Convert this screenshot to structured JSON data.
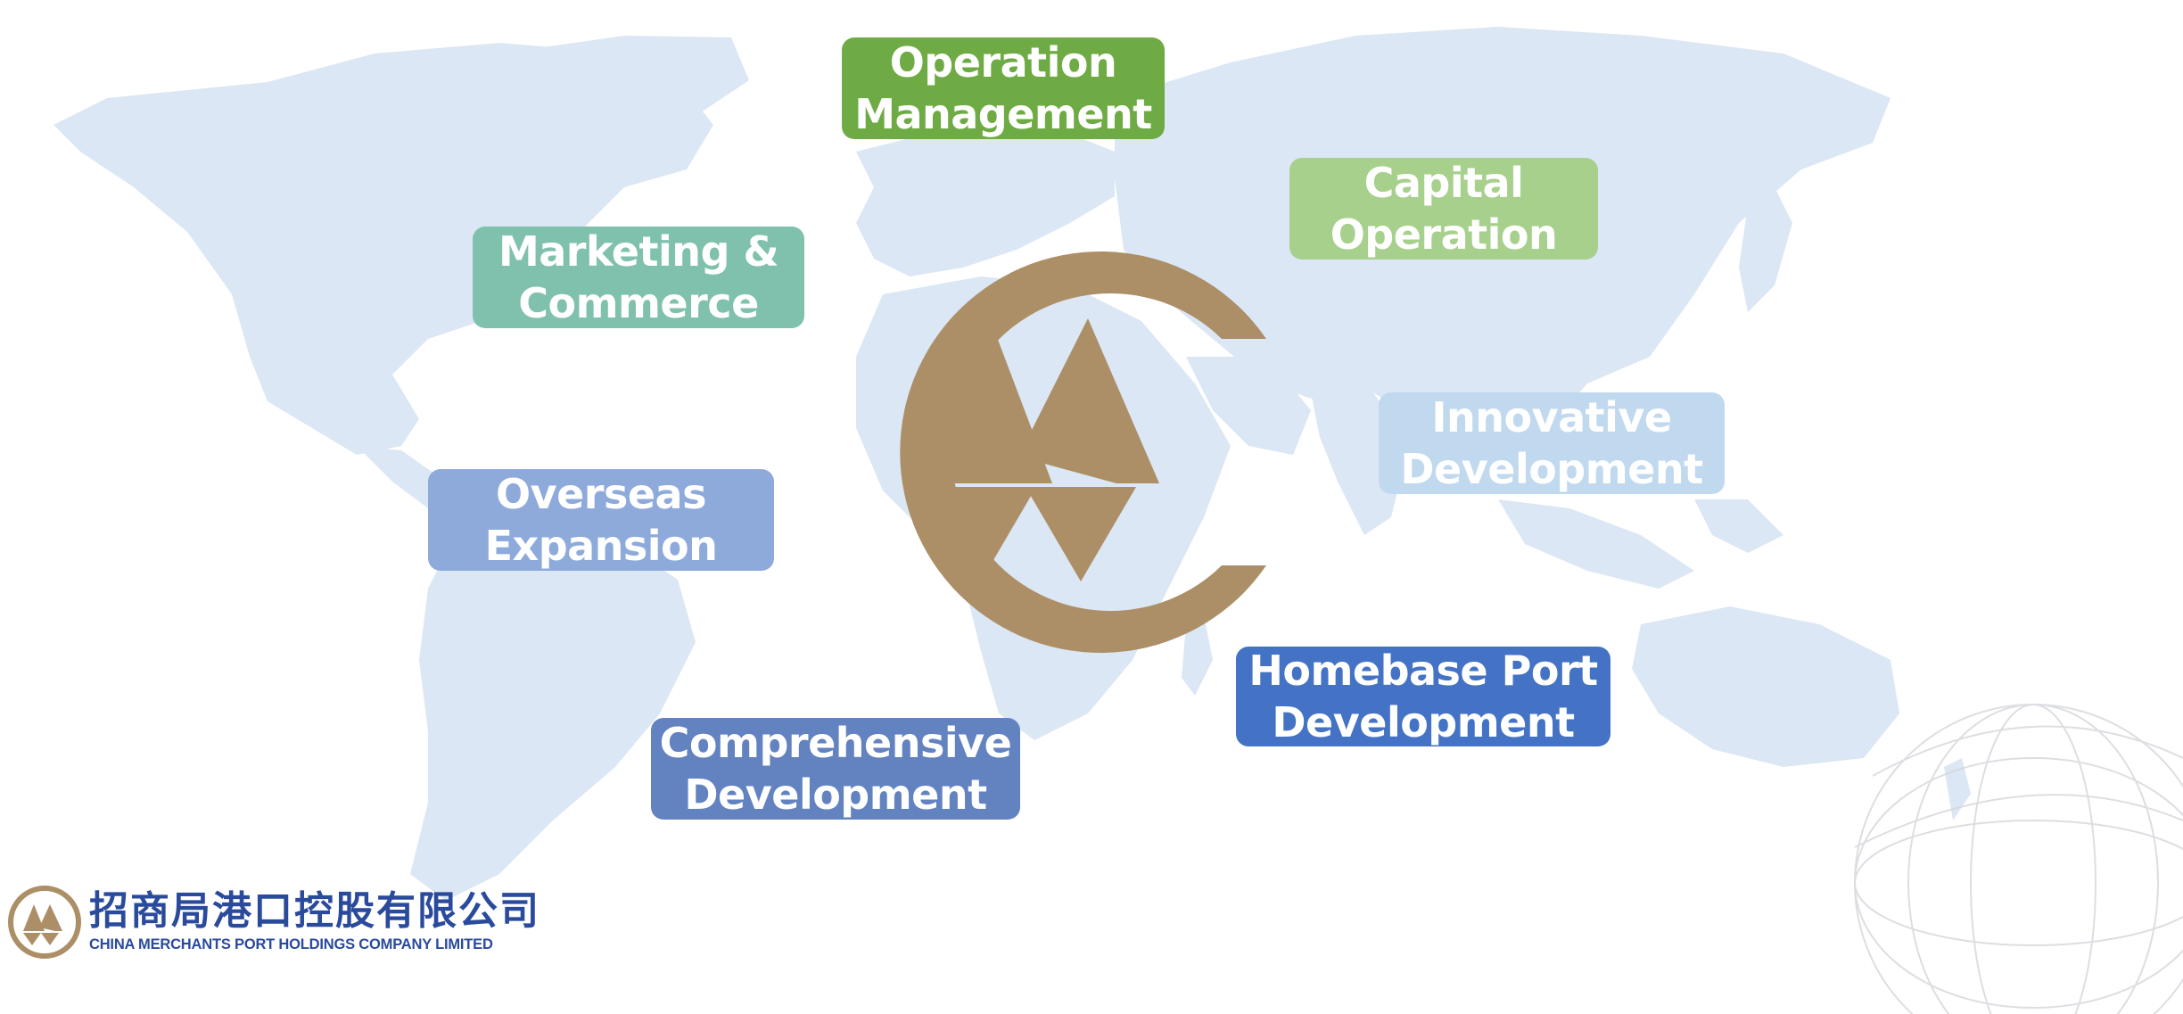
{
  "diagram": {
    "nodes": [
      {
        "id": "operation",
        "lines": [
          "Operation",
          "Management"
        ],
        "color": "#6fab44"
      },
      {
        "id": "capital",
        "lines": [
          "Capital",
          "Operation"
        ],
        "color": "#a8d08d"
      },
      {
        "id": "marketing",
        "lines": [
          "Marketing &",
          "Commerce"
        ],
        "color": "#7fc1ad"
      },
      {
        "id": "innovative",
        "lines": [
          "Innovative",
          "Development"
        ],
        "color": "#c0d9ee"
      },
      {
        "id": "overseas",
        "lines": [
          "Overseas",
          "Expansion"
        ],
        "color": "#8eaadb"
      },
      {
        "id": "homebase",
        "lines": [
          "Homebase Port",
          "Development"
        ],
        "color": "#4472c4"
      },
      {
        "id": "comprehensive",
        "lines": [
          "Comprehensive",
          "Development"
        ],
        "color": "#6282c0"
      }
    ]
  },
  "footer": {
    "company_cn": "招商局港口控股有限公司",
    "company_en": "CHINA MERCHANTS PORT HOLDINGS COMPANY LIMITED"
  },
  "colors": {
    "map": "#dbe7f4",
    "logo_gold": "#ac8f67",
    "brand_blue": "#2a4a9c"
  }
}
